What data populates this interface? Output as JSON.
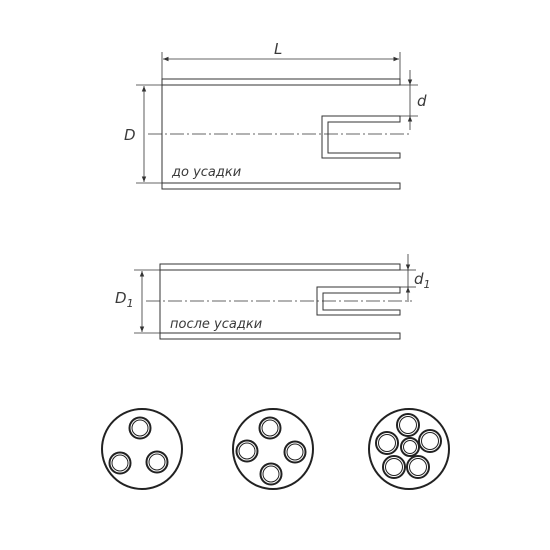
{
  "labels": {
    "length": "L",
    "outer_diameter_before": "D",
    "inner_diameter_before": "d",
    "outer_diameter_after_main": "D",
    "outer_diameter_after_sub": "1",
    "inner_diameter_after_main": "d",
    "inner_diameter_after_sub": "1",
    "before_shrink": "до усадки",
    "after_shrink": "после усадки"
  },
  "colors": {
    "stroke": "#333333",
    "hatch": "#888888",
    "background": "#ffffff"
  }
}
